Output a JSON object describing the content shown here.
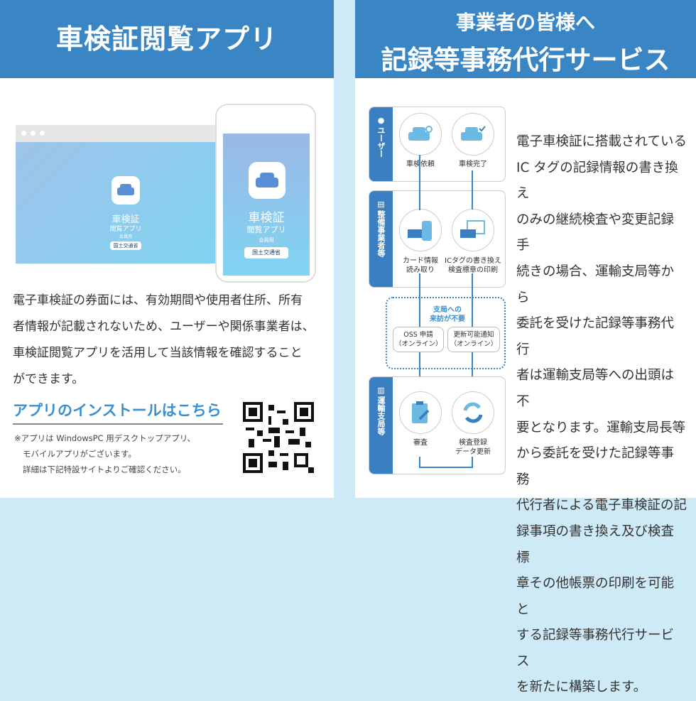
{
  "left": {
    "title": "車検証閲覧アプリ",
    "app": {
      "name1": "車検証",
      "name2": "閲覧アプリ",
      "sub": "会員用",
      "badge": "国土交通省"
    },
    "paragraph": [
      "電子車検証の券面には、有効期間や使用者住所、所有",
      "者情報が記載されないため、ユーザーや関係事業者は、",
      "車検証閲覧アプリを活用して当該情報を確認すること",
      "ができます。"
    ],
    "install_link": "アプリのインストールはこちら",
    "notes": [
      "※アプリは WindowsPC 用デスクトップアプリ、",
      "モバイルアプリがございます。",
      "詳細は下記特設サイトよりご確認ください。"
    ]
  },
  "right": {
    "title_line1": "事業者の皆様へ",
    "title_line2": "記録等事務代行サービス",
    "diagram": {
      "user": {
        "label": "ユーザー",
        "items": [
          "車検依頼",
          "車検完了"
        ]
      },
      "maint": {
        "label": "整備事業者等",
        "items": [
          [
            "カード情報",
            "読み取り"
          ],
          [
            "ICタグの書き換え",
            "検査標章の印刷"
          ]
        ]
      },
      "online": {
        "note": [
          "支局への",
          "来訪が不要"
        ],
        "items": [
          [
            "OSS 申請",
            "（オンライン）"
          ],
          [
            "更新可能通知",
            "（オンライン）"
          ]
        ]
      },
      "bureau": {
        "label": "運輸支局等",
        "items": [
          [
            "審査"
          ],
          [
            "検査登録",
            "データ更新"
          ]
        ]
      }
    },
    "text": [
      "電子車検証に搭載されている",
      "IC タグの記録情報の書き換え",
      "のみの継続検査や変更記録手",
      "続きの場合、運輸支局等から",
      "委託を受けた記録等事務代行",
      "者は運輸支局等への出頭は不",
      "要となります。運輸支局長等",
      "から委託を受けた記録等事務",
      "代行者による電子車検証の記",
      "録事項の書き換え及び検査標",
      "章その他帳票の印刷を可能と",
      "する記録等事務代行サービス",
      "を新たに構築します。"
    ]
  },
  "colors": {
    "header": "#3a86c5",
    "accent": "#3a8fd0",
    "strip": "#cfeaf7"
  }
}
